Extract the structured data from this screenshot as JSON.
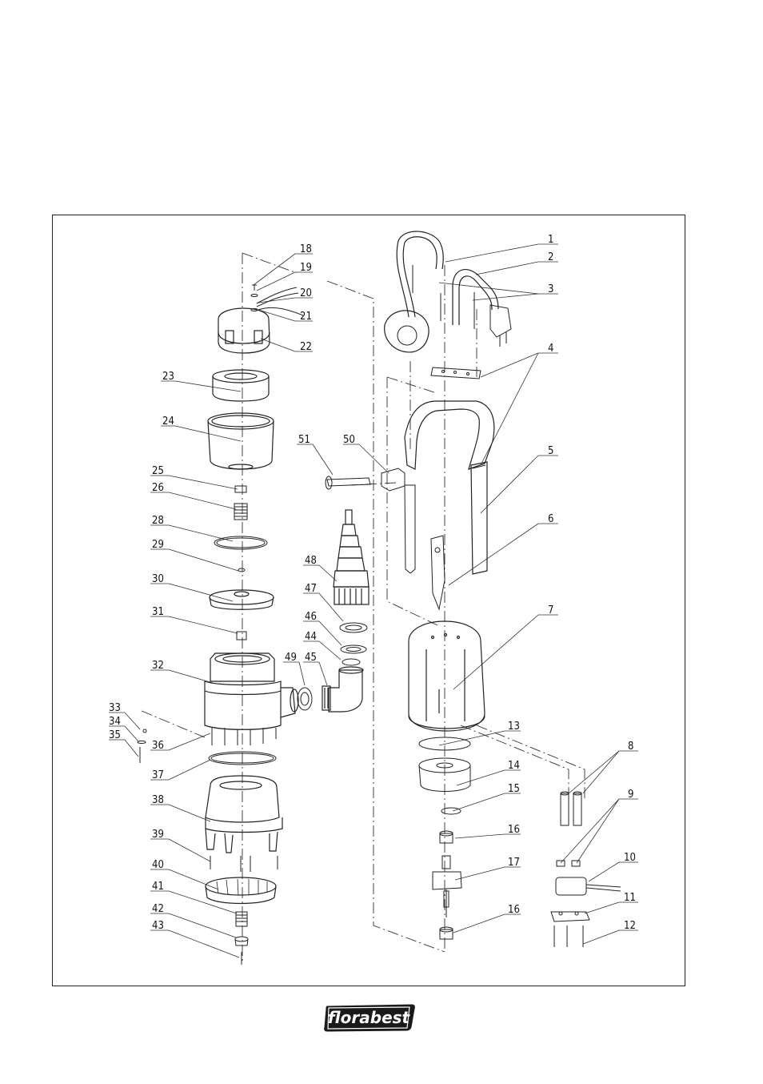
{
  "parts": [
    {
      "id": "p1",
      "label": "1"
    },
    {
      "id": "p2",
      "label": "2"
    },
    {
      "id": "p3",
      "label": "3"
    },
    {
      "id": "p4",
      "label": "4"
    },
    {
      "id": "p5",
      "label": "5"
    },
    {
      "id": "p6",
      "label": "6"
    },
    {
      "id": "p7",
      "label": "7"
    },
    {
      "id": "p8",
      "label": "8"
    },
    {
      "id": "p9",
      "label": "9"
    },
    {
      "id": "p10",
      "label": "10"
    },
    {
      "id": "p11",
      "label": "11"
    },
    {
      "id": "p12",
      "label": "12"
    },
    {
      "id": "p13",
      "label": "13"
    },
    {
      "id": "p14",
      "label": "14"
    },
    {
      "id": "p15",
      "label": "15"
    },
    {
      "id": "p16a",
      "label": "16"
    },
    {
      "id": "p17",
      "label": "17"
    },
    {
      "id": "p16b",
      "label": "16"
    },
    {
      "id": "p18",
      "label": "18"
    },
    {
      "id": "p19",
      "label": "19"
    },
    {
      "id": "p20",
      "label": "20"
    },
    {
      "id": "p21",
      "label": "21"
    },
    {
      "id": "p22",
      "label": "22"
    },
    {
      "id": "p23",
      "label": "23"
    },
    {
      "id": "p24",
      "label": "24"
    },
    {
      "id": "p25",
      "label": "25"
    },
    {
      "id": "p26",
      "label": "26"
    },
    {
      "id": "p28",
      "label": "28"
    },
    {
      "id": "p29",
      "label": "29"
    },
    {
      "id": "p30",
      "label": "30"
    },
    {
      "id": "p31",
      "label": "31"
    },
    {
      "id": "p32",
      "label": "32"
    },
    {
      "id": "p33",
      "label": "33"
    },
    {
      "id": "p34",
      "label": "34"
    },
    {
      "id": "p35",
      "label": "35"
    },
    {
      "id": "p36",
      "label": "36"
    },
    {
      "id": "p37",
      "label": "37"
    },
    {
      "id": "p38",
      "label": "38"
    },
    {
      "id": "p39",
      "label": "39"
    },
    {
      "id": "p40",
      "label": "40"
    },
    {
      "id": "p41",
      "label": "41"
    },
    {
      "id": "p42",
      "label": "42"
    },
    {
      "id": "p43",
      "label": "43"
    },
    {
      "id": "p44",
      "label": "44"
    },
    {
      "id": "p45",
      "label": "45"
    },
    {
      "id": "p46",
      "label": "46"
    },
    {
      "id": "p47",
      "label": "47"
    },
    {
      "id": "p48",
      "label": "48"
    },
    {
      "id": "p49",
      "label": "49"
    },
    {
      "id": "p50",
      "label": "50"
    },
    {
      "id": "p51",
      "label": "51"
    }
  ],
  "logo": {
    "text": "florabest",
    "background": "#1a1a1a",
    "text_color": "#ffffff"
  }
}
